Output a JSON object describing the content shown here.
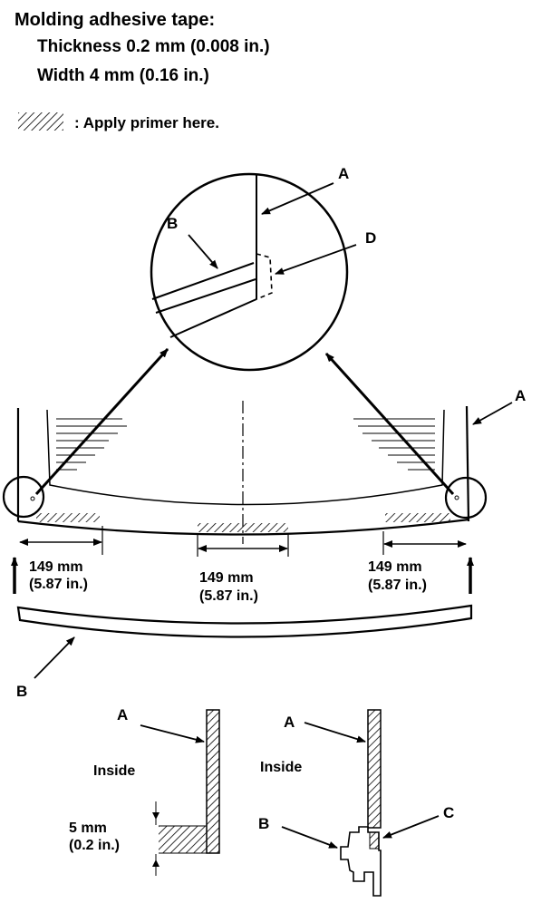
{
  "header": {
    "title": "Molding adhesive tape:",
    "thickness": "Thickness 0.2 mm (0.008 in.)",
    "width": "Width 4 mm (0.16 in.)"
  },
  "legend": {
    "primer_note": ": Apply primer here."
  },
  "callouts": {
    "a": "A",
    "b": "B",
    "c": "C",
    "d": "D"
  },
  "dimensions": {
    "left_mm": "149 mm",
    "left_in": "(5.87 in.)",
    "center_mm": "149 mm",
    "center_in": "(5.87 in.)",
    "right_mm": "149 mm",
    "right_in": "(5.87 in.)",
    "section_mm": "5 mm",
    "section_in": "(0.2 in.)"
  },
  "sections": {
    "left_inside": "Inside",
    "right_inside": "Inside"
  }
}
